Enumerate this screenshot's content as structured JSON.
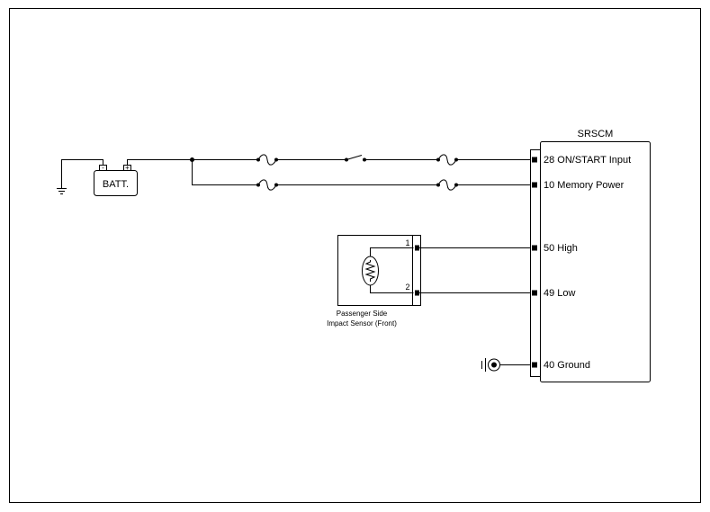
{
  "module": {
    "title": "SRSCM",
    "pins": {
      "p28": "28 ON/START Input",
      "p10": "10 Memory Power",
      "p50": "50 High",
      "p49": "49 Low",
      "p40": "40 Ground"
    }
  },
  "battery": {
    "label": "BATT.",
    "neg": "-",
    "pos": "+"
  },
  "sensor": {
    "pin1": "1",
    "pin2": "2",
    "caption_line1": "Passenger Side",
    "caption_line2": "Impact Sensor (Front)"
  }
}
